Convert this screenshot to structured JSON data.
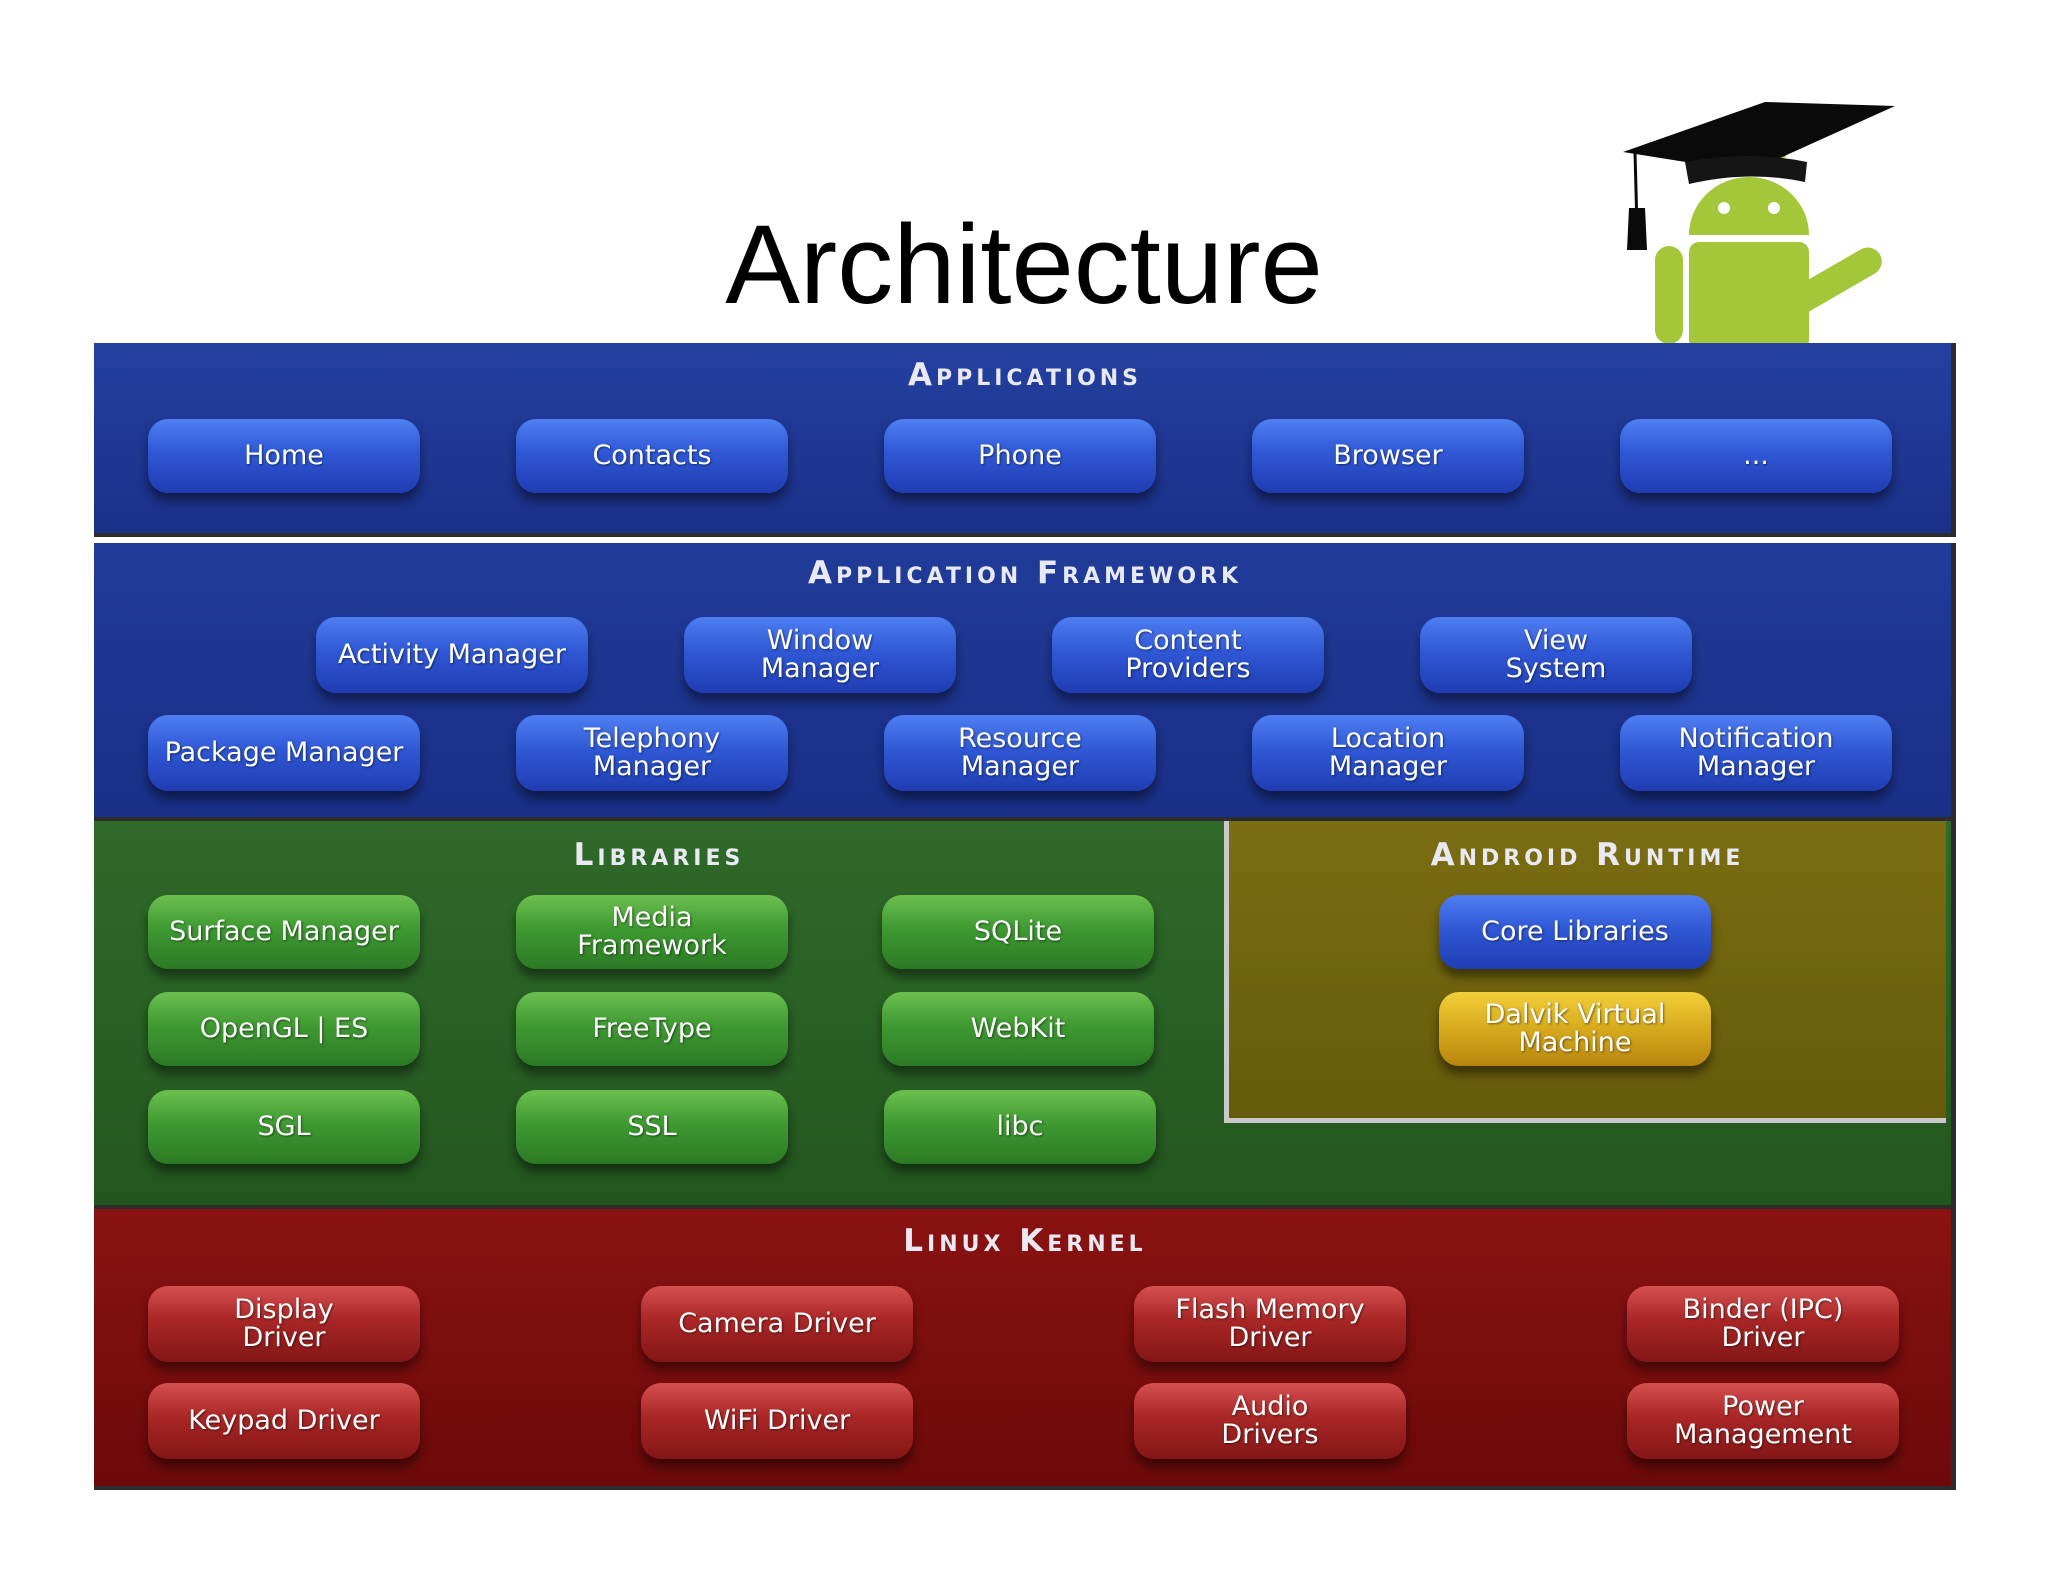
{
  "title": "Architecture",
  "colors": {
    "applications_bg": "#1f3790",
    "libraries_bg": "#2a6225",
    "runtime_bg": "#73650f",
    "kernel_bg": "#7c0f0f",
    "box_blue": "#3058d6",
    "box_green": "#3f9a32",
    "box_red": "#a92626",
    "box_yellow": "#d7a91c"
  },
  "icons": {
    "mascot": "android-graduate-icon"
  },
  "applications": {
    "title": "Applications",
    "items": [
      "Home",
      "Contacts",
      "Phone",
      "Browser",
      "..."
    ]
  },
  "framework": {
    "title": "Application Framework",
    "row1": [
      "Activity Manager",
      "Window\nManager",
      "Content\nProviders",
      "View\nSystem"
    ],
    "row2": [
      "Package Manager",
      "Telephony\nManager",
      "Resource\nManager",
      "Location\nManager",
      "Notification\nManager"
    ]
  },
  "libraries": {
    "title": "Libraries",
    "items": [
      "Surface Manager",
      "Media\nFramework",
      "SQLite",
      "OpenGL | ES",
      "FreeType",
      "WebKit",
      "SGL",
      "SSL",
      "libc"
    ]
  },
  "runtime": {
    "title": "Android Runtime",
    "items": [
      "Core Libraries",
      "Dalvik Virtual\nMachine"
    ]
  },
  "kernel": {
    "title": "Linux Kernel",
    "items": [
      "Display\nDriver",
      "Camera Driver",
      "Flash Memory\nDriver",
      "Binder (IPC)\nDriver",
      "Keypad Driver",
      "WiFi Driver",
      "Audio\nDrivers",
      "Power\nManagement"
    ]
  }
}
